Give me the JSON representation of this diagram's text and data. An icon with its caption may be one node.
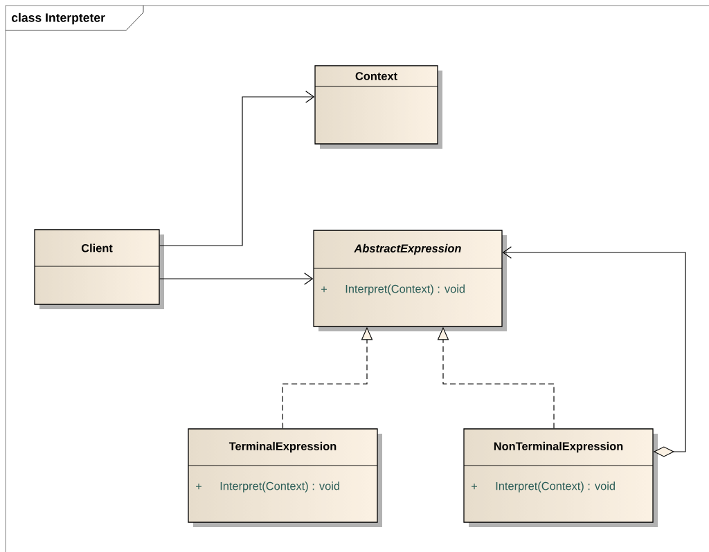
{
  "diagram": {
    "title": "class Interpteter",
    "nodes": [
      {
        "text": [
          "Context"
        ]
      },
      {
        "text": [
          "Client"
        ]
      },
      {
        "text": [
          "AbstractExpression",
          "+",
          "Interpret(Context) : void"
        ]
      },
      {
        "text": [
          "TerminalExpression",
          "+",
          "Interpret(Context) : void"
        ]
      },
      {
        "text": [
          "NonTerminalExpression",
          "+",
          "Interpret(Context) : void"
        ]
      }
    ],
    "edges": [
      {
        "from": 1,
        "to": 0,
        "arrow": "to"
      },
      {
        "from": 1,
        "to": 2,
        "arrow": "to"
      },
      {
        "from": 3,
        "to": 2,
        "arrow": "to",
        "style": "dashed"
      },
      {
        "from": 4,
        "to": 2,
        "arrow": "to",
        "style": "dashed"
      },
      {
        "from": 4,
        "to": 2,
        "arrow": "to"
      }
    ]
  }
}
